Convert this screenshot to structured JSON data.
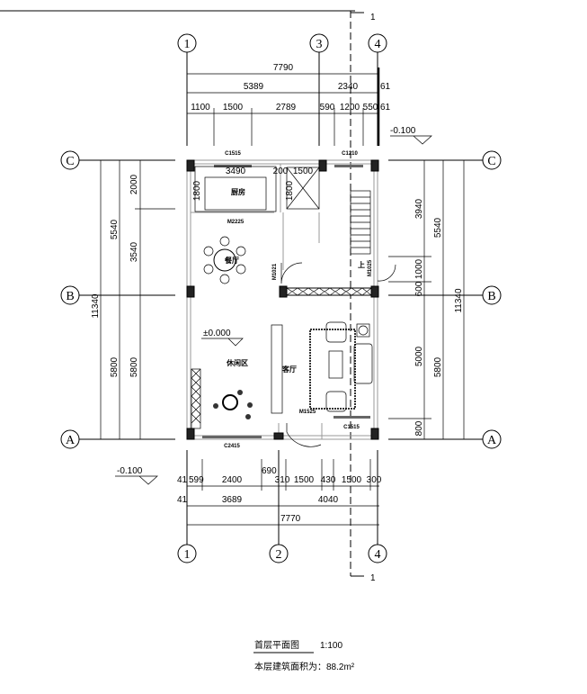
{
  "section_mark": "1",
  "axes": {
    "top": [
      "1",
      "3",
      "4"
    ],
    "bottom": [
      "1",
      "2",
      "4"
    ],
    "left": [
      "C",
      "B",
      "A"
    ],
    "right": [
      "C",
      "B",
      "A"
    ]
  },
  "dims_top": {
    "total": "7790",
    "row2": [
      "5389",
      "2340",
      "61"
    ],
    "row3": [
      "1100",
      "1500",
      "2789",
      "590",
      "1200",
      "550",
      "61"
    ]
  },
  "dims_bottom": {
    "row1": [
      "41",
      "599",
      "2400",
      "690",
      "310",
      "1500",
      "430",
      "1500",
      "300"
    ],
    "row2": [
      "41",
      "3689",
      "4040"
    ],
    "total": "7770"
  },
  "dims_left": {
    "outer": "11340",
    "middle": [
      "5540",
      "5800"
    ],
    "inner": [
      "2000",
      "3540",
      "5800"
    ]
  },
  "dims_right": {
    "inner": [
      "3940",
      "1000",
      "600",
      "5000",
      "800"
    ],
    "middle": [
      "5540",
      "5800"
    ],
    "outer": "11340"
  },
  "elevations": {
    "top_right": "-0.100",
    "bottom_left": "-0.100",
    "interior": "±0.000"
  },
  "rooms": {
    "kitchen": "厨房",
    "dining": "餐厅",
    "leisure": "休闲区",
    "living": "客厅",
    "stair_up": "上"
  },
  "labels": {
    "c1515_top": "C1515",
    "c1210": "C1210",
    "w3490": "3490",
    "w200": "200",
    "w1500": "1500",
    "h1800a": "1800",
    "h1800b": "1800",
    "m2225": "M2225",
    "m1021": "M1021",
    "m1025": "M1025",
    "m1525": "M1525",
    "c1515_bottom": "C1515",
    "c2415": "C2415"
  },
  "title": {
    "name": "首层平面图",
    "scale": "1:100",
    "area": "本层建筑面积为：88.2m²"
  }
}
